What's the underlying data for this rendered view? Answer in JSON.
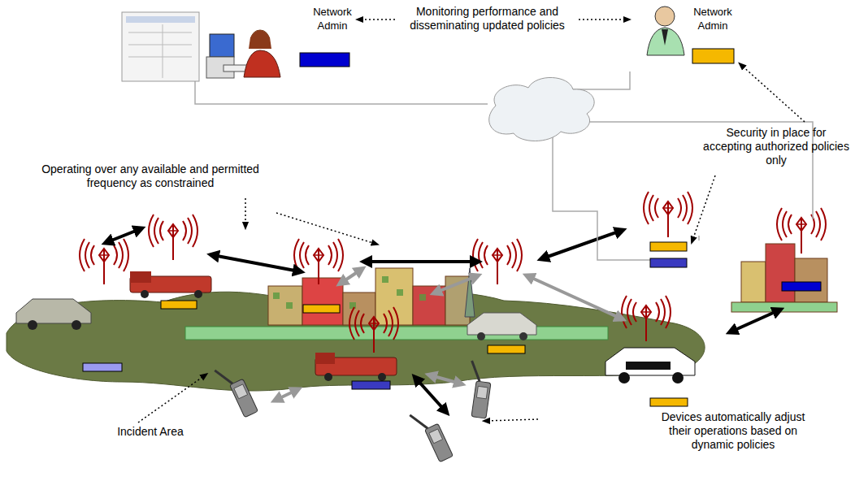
{
  "diagram": {
    "labels": [
      "Network Admin",
      "Monitoring performance and disseminating updated policies",
      "Network Admin",
      "Security in place for accepting authorized policies only",
      "Operating over any available and permitted frequency as constrained",
      "Incident Area",
      "Devices automatically adjust their operations based on dynamic policies"
    ]
  }
}
